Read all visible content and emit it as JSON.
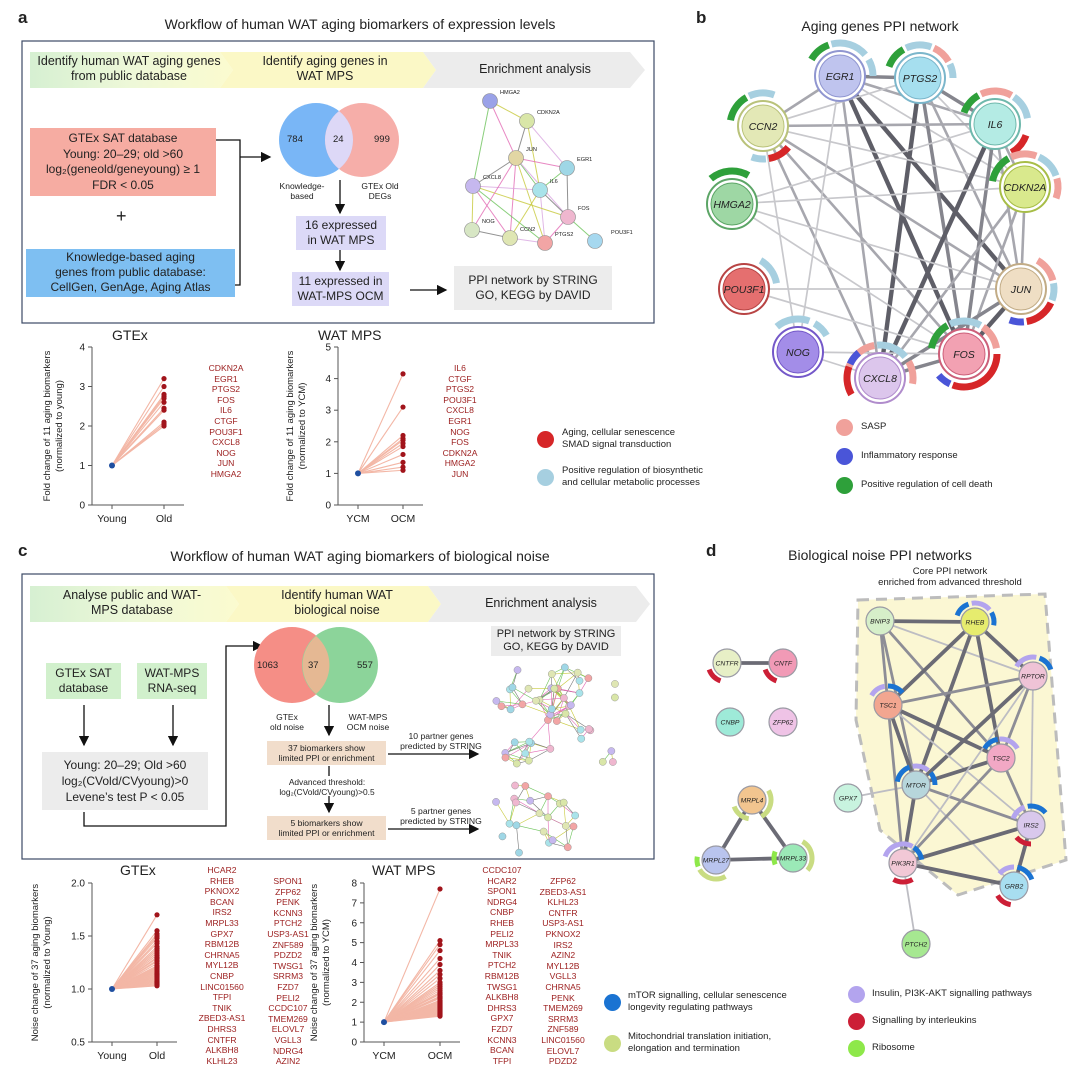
{
  "panel_a": {
    "label": "a",
    "title": "Workflow of human WAT aging biomarkers of expression levels",
    "steps": [
      "Identify human WAT aging genes from public database",
      "Identify aging genes in WAT MPS",
      "Enrichment analysis"
    ],
    "gtex_box": [
      "GTEx SAT database",
      "Young: 20–29; old >60",
      "log₂(geneold/geneyoung) ≥ 1",
      "FDR < 0.05"
    ],
    "plus": "+",
    "knowledge_box": [
      "Knowledge-based aging",
      "genes from public database:",
      "CellGen, GenAge, Aging Atlas"
    ],
    "venn_left": "784",
    "venn_mid": "24",
    "venn_right": "999",
    "venn_left_label": [
      "Knowledge-",
      "based"
    ],
    "venn_right_label": [
      "GTEx Old",
      "DEGs"
    ],
    "box16": [
      "16 expressed",
      "in WAT MPS"
    ],
    "box11": [
      "11 expressed in",
      "WAT-MPS OCM"
    ],
    "ppi_box": [
      "PPI network by STRING",
      "GO, KEGG by DAVID"
    ],
    "mini_ppi_nodes": [
      "HMGA2",
      "CDKN2A",
      "JUN",
      "EGR1",
      "CXCL8",
      "IL6",
      "FOS",
      "NOG",
      "CCN2",
      "PTGS2",
      "POU3F1"
    ]
  },
  "chart_data": [
    {
      "type": "line",
      "title": "GTEx",
      "ylabel": "Fold change of 11 aging biomarkers (normalized to young)",
      "categories": [
        "Young",
        "Old"
      ],
      "ylim": [
        0,
        4
      ],
      "yticks": [
        "0",
        "1",
        "2",
        "3",
        "4"
      ],
      "start_value": 1,
      "end_values": [
        3.2,
        3.0,
        2.8,
        2.75,
        2.7,
        2.6,
        2.45,
        2.4,
        2.1,
        2.05,
        2.0
      ],
      "genes": [
        "CDKN2A",
        "EGR1",
        "PTGS2",
        "FOS",
        "IL6",
        "CTGF",
        "POU3F1",
        "CXCL8",
        "NOG",
        "JUN",
        "HMGA2"
      ]
    },
    {
      "type": "line",
      "title": "WAT MPS",
      "ylabel": "Fold change of 11 aging biomarkers (normalized to YCM)",
      "categories": [
        "YCM",
        "OCM"
      ],
      "ylim": [
        0,
        5
      ],
      "yticks": [
        "0",
        "1",
        "2",
        "3",
        "4",
        "5"
      ],
      "start_value": 1,
      "end_values": [
        4.15,
        3.1,
        2.2,
        2.1,
        2.05,
        1.95,
        1.85,
        1.6,
        1.35,
        1.2,
        1.1
      ],
      "genes": [
        "IL6",
        "CTGF",
        "PTGS2",
        "POU3F1",
        "CXCL8",
        "EGR1",
        "NOG",
        "FOS",
        "CDKN2A",
        "HMGA2",
        "JUN"
      ]
    },
    {
      "type": "line",
      "title": "GTEx",
      "ylabel": "Noise change of 37 aging biomarkers (normalized to Young)",
      "categories": [
        "Young",
        "Old"
      ],
      "ylim": [
        0.5,
        2.0
      ],
      "yticks": [
        "0.5",
        "1.0",
        "1.5",
        "2.0"
      ],
      "start_value": 1,
      "end_values": [
        1.7,
        1.55,
        1.52,
        1.5,
        1.48,
        1.45,
        1.43,
        1.4,
        1.38,
        1.36,
        1.34,
        1.32,
        1.3,
        1.29,
        1.27,
        1.26,
        1.24,
        1.22,
        1.21,
        1.2,
        1.19,
        1.18,
        1.17,
        1.16,
        1.15,
        1.14,
        1.13,
        1.12,
        1.11,
        1.1,
        1.09,
        1.08,
        1.07,
        1.06,
        1.05,
        1.04,
        1.03
      ],
      "genes_col1": [
        "HCAR2",
        "RHEB",
        "PKNOX2",
        "BCAN",
        "IRS2",
        "MRPL33",
        "GPX7",
        "RBM12B",
        "CHRNA5",
        "MYL12B",
        "CNBP",
        "LINC01560",
        "TFPI",
        "TNIK",
        "ZBED3-AS1",
        "DHRS3",
        "CNTFR",
        "ALKBH8",
        "KLHL23"
      ],
      "genes_col2": [
        "SPON1",
        "ZFP62",
        "PENK",
        "KCNN3",
        "PTCH2",
        "USP3-AS1",
        "ZNF589",
        "PDZD2",
        "TWSG1",
        "SRRM3",
        "FZD7",
        "PELI2",
        "CCDC107",
        "TMEM269",
        "ELOVL7",
        "VGLL3",
        "NDRG4",
        "AZIN2"
      ]
    },
    {
      "type": "line",
      "title": "WAT MPS",
      "ylabel": "Noise change of 37 aging biomarkers (normalized to YCM)",
      "categories": [
        "YCM",
        "OCM"
      ],
      "ylim": [
        0,
        8
      ],
      "yticks": [
        "0",
        "1",
        "2",
        "3",
        "4",
        "5",
        "6",
        "7",
        "8"
      ],
      "start_value": 1,
      "end_values": [
        7.7,
        5.1,
        4.9,
        4.6,
        4.2,
        3.9,
        3.6,
        3.4,
        3.2,
        3.0,
        2.9,
        2.8,
        2.7,
        2.6,
        2.5,
        2.45,
        2.4,
        2.3,
        2.25,
        2.2,
        2.1,
        2.05,
        2.0,
        1.95,
        1.9,
        1.85,
        1.8,
        1.75,
        1.7,
        1.65,
        1.6,
        1.55,
        1.5,
        1.45,
        1.4,
        1.35,
        1.3
      ],
      "genes_col1": [
        "CCDC107",
        "HCAR2",
        "SPON1",
        "NDRG4",
        "CNBP",
        "RHEB",
        "PELI2",
        "MRPL33",
        "TNIK",
        "PTCH2",
        "RBM12B",
        "TWSG1",
        "ALKBH8",
        "DHRS3",
        "GPX7",
        "FZD7",
        "KCNN3",
        "BCAN",
        "TFPI"
      ],
      "genes_col2": [
        "ZFP62",
        "ZBED3-AS1",
        "KLHL23",
        "CNTFR",
        "USP3-AS1",
        "PKNOX2",
        "IRS2",
        "AZIN2",
        "MYL12B",
        "VGLL3",
        "CHRNA5",
        "PENK",
        "TMEM269",
        "SRRM3",
        "ZNF589",
        "LINC01560",
        "ELOVL7",
        "PDZD2"
      ]
    }
  ],
  "legend_a": [
    {
      "text": [
        "Aging, cellular senescence",
        "SMAD signal transduction"
      ],
      "color": "#d62628"
    },
    {
      "text": [
        "Positive regulation of biosynthetic",
        "and cellular metabolic processes"
      ],
      "color": "#a6cfe0"
    }
  ],
  "panel_b": {
    "label": "b",
    "title": "Aging genes PPI network",
    "nodes": [
      "EGR1",
      "PTGS2",
      "CCN2",
      "IL6",
      "HMGA2",
      "CDKN2A",
      "POU3F1",
      "JUN",
      "NOG",
      "FOS",
      "CXCL8"
    ],
    "legend": [
      {
        "text": "SASP",
        "color": "#f0a19b"
      },
      {
        "text": "Inflammatory response",
        "color": "#4a55d8"
      },
      {
        "text": "Positive regulation of cell death",
        "color": "#2ea03a"
      }
    ]
  },
  "panel_c": {
    "label": "c",
    "title": "Workflow of human WAT aging biomarkers of biological noise",
    "steps": [
      "Analyse public and WAT-MPS database",
      "Identify human WAT biological noise",
      "Enrichment analysis"
    ],
    "gtex_box": [
      "GTEx SAT",
      "database"
    ],
    "rnaseq_box": [
      "WAT-MPS",
      "RNA-seq"
    ],
    "criteria_box": [
      "Young: 20–29; Old >60",
      "log₂(CVold/CVyoung)>0",
      "Levene’s test P < 0.05"
    ],
    "venn_left": "1063",
    "venn_mid": "37",
    "venn_right": "557",
    "venn_left_label": [
      "GTEx",
      "old noise"
    ],
    "venn_right_label": [
      "WAT-MPS",
      "OCM noise"
    ],
    "box37": [
      "37 biomarkers show",
      "limited PPI or enrichment"
    ],
    "advanced": [
      "Advanced threshold:",
      "log₂(CVold/CVyoung)>0.5"
    ],
    "box5": [
      "5 biomarkers show",
      "limited PPI or enrichment"
    ],
    "partner10": [
      "10 partner genes",
      "predicted by STRING"
    ],
    "partner5": [
      "5 partner genes",
      "predicted by STRING"
    ],
    "ppi_box": [
      "PPI network by STRING",
      "GO, KEGG by DAVID"
    ]
  },
  "legend_c": [
    {
      "text": [
        "mTOR signalling, cellular senescence",
        "longevity regulating pathways"
      ],
      "color": "#1a73d2"
    },
    {
      "text": [
        "Mitochondrial translation initiation,",
        "elongation and termination"
      ],
      "color": "#c9dc82"
    },
    {
      "text": [
        "Insulin, PI3K-AKT signalling pathways"
      ],
      "color": "#b3a4ee"
    },
    {
      "text": [
        "Signalling by interleukins"
      ],
      "color": "#cc1f36"
    },
    {
      "text": [
        "Ribosome"
      ],
      "color": "#8ee84a"
    }
  ],
  "panel_d": {
    "label": "d",
    "title": "Biological noise PPI networks",
    "core_label": [
      "Core PPI network",
      "enriched from advanced threshold"
    ],
    "nodes": [
      "CNTFR",
      "CNTF",
      "CNBP",
      "ZFP62",
      "MRPL4",
      "MRPL27",
      "MRPL33",
      "BNIP3",
      "RHEB",
      "RPTOR",
      "TSC1",
      "TSC2",
      "GPX7",
      "MTOR",
      "IRS2",
      "PIK3R1",
      "GRB2",
      "PTCH2"
    ]
  }
}
